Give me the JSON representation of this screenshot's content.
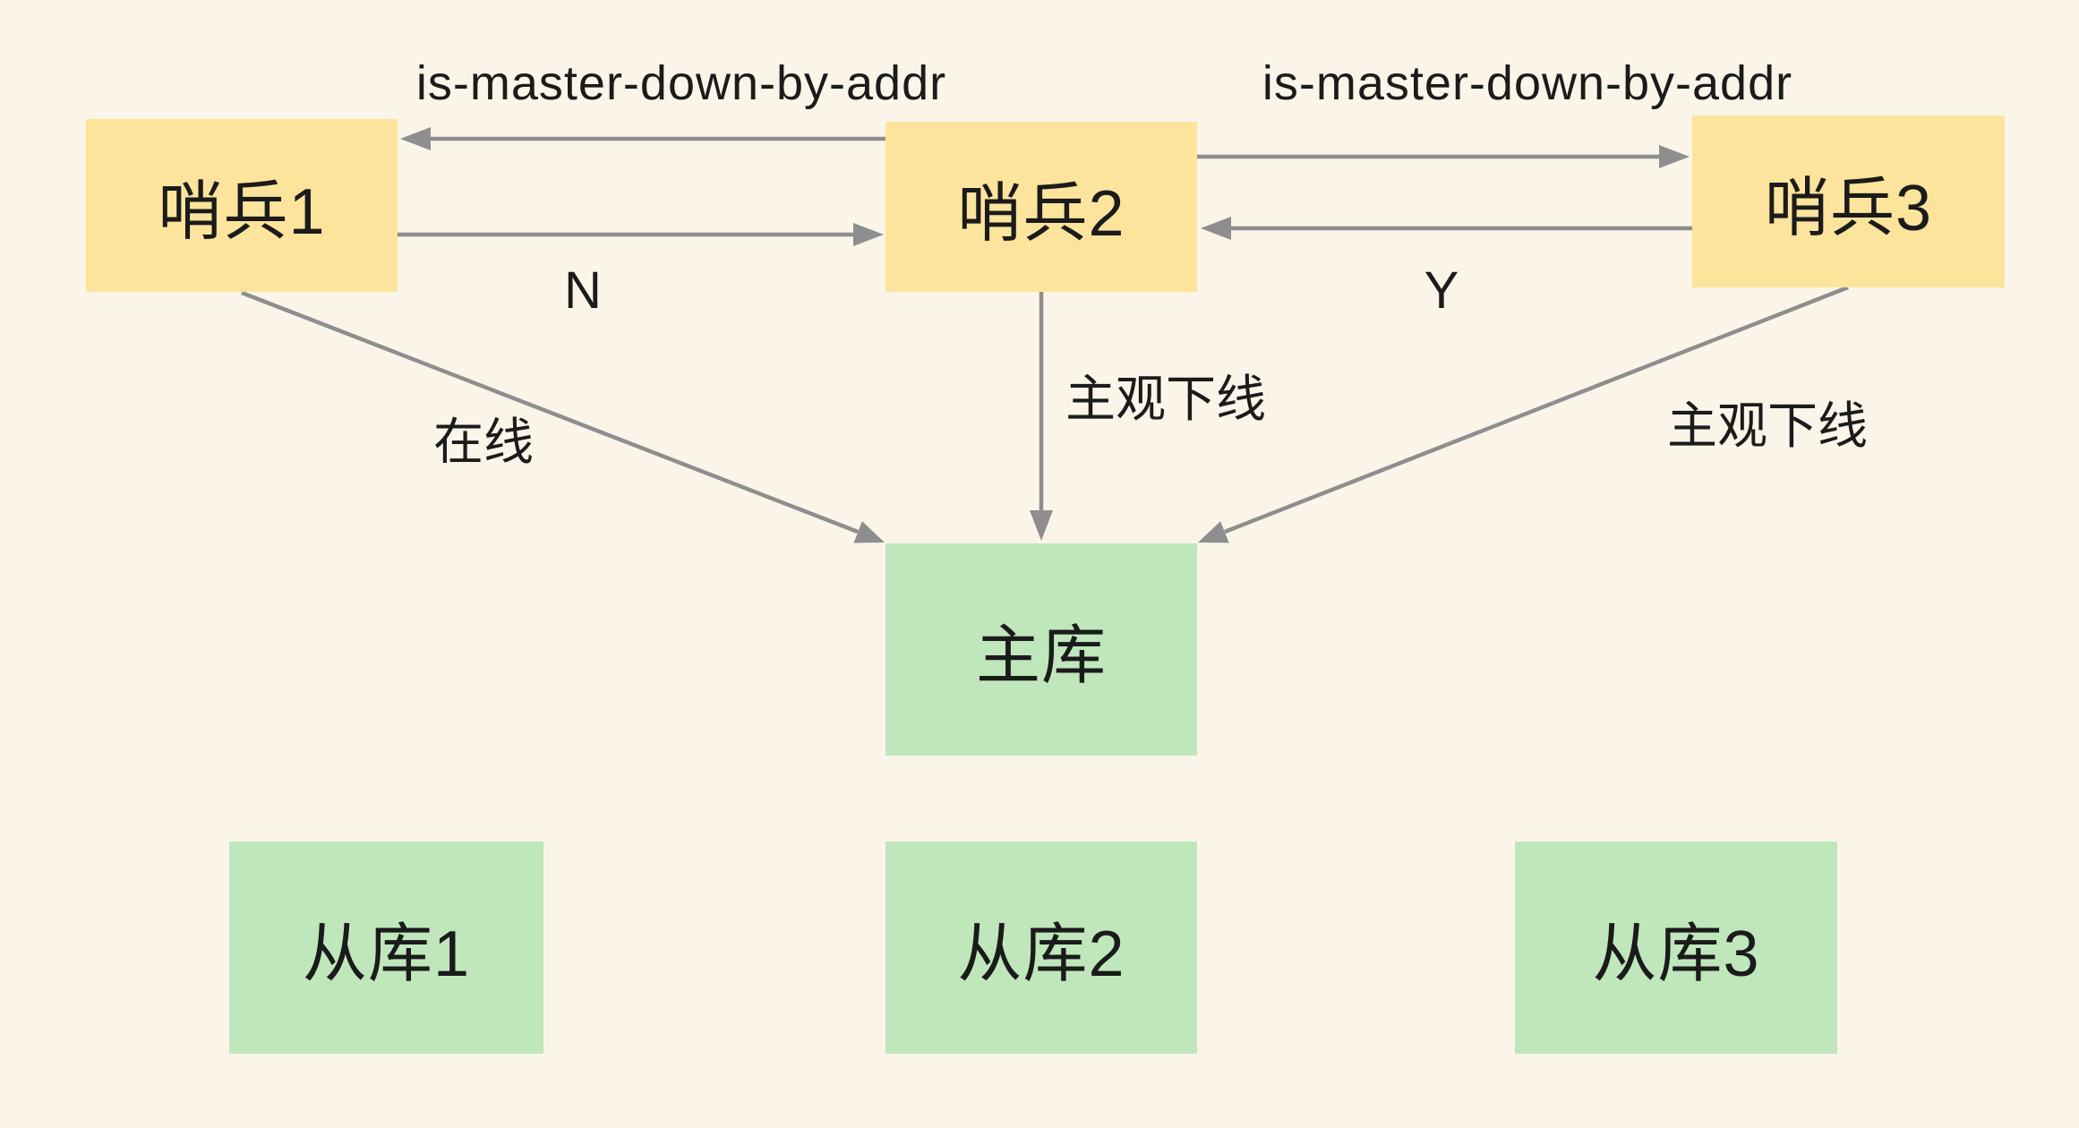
{
  "diagram": {
    "colors": {
      "bg": "#FAF5E8",
      "sentinel_fill": "#FCE49C",
      "db_fill": "#BFE7BB",
      "arrow": "#8E8E8E",
      "text": "#1B1B1B"
    },
    "nodes": {
      "sentinel1": {
        "label": "哨兵1"
      },
      "sentinel2": {
        "label": "哨兵2"
      },
      "sentinel3": {
        "label": "哨兵3"
      },
      "master": {
        "label": "主库"
      },
      "slave1": {
        "label": "从库1"
      },
      "slave2": {
        "label": "从库2"
      },
      "slave3": {
        "label": "从库3"
      }
    },
    "edge_labels": {
      "is_master_down_left": "is-master-down-by-addr",
      "is_master_down_right": "is-master-down-by-addr",
      "reply_n": "N",
      "reply_y": "Y",
      "online": "在线",
      "subjective_down_center": "主观下线",
      "subjective_down_right": "主观下线"
    }
  }
}
